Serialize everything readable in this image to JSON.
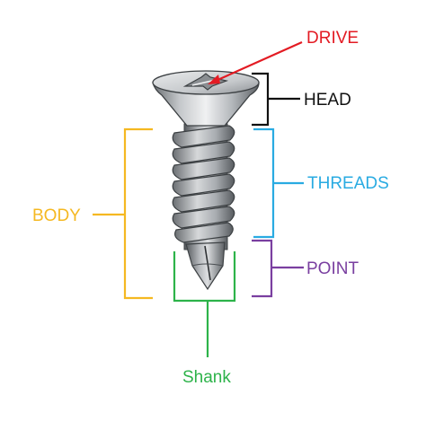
{
  "labels": {
    "drive": "DRIVE",
    "head": "HEAD",
    "threads": "THREADS",
    "point": "POINT",
    "body": "BODY",
    "shank": "Shank"
  },
  "colors": {
    "drive": "#e31b23",
    "head": "#111111",
    "threads": "#29abe2",
    "point": "#7a3fa0",
    "body": "#f5b821",
    "shank": "#2db34a",
    "metal_dark": "#5b5f63",
    "metal_mid": "#9ea2a6",
    "metal_light": "#e6e8ea"
  },
  "icons": {
    "screw": "phillips-flat-head-self-drilling-screw"
  }
}
